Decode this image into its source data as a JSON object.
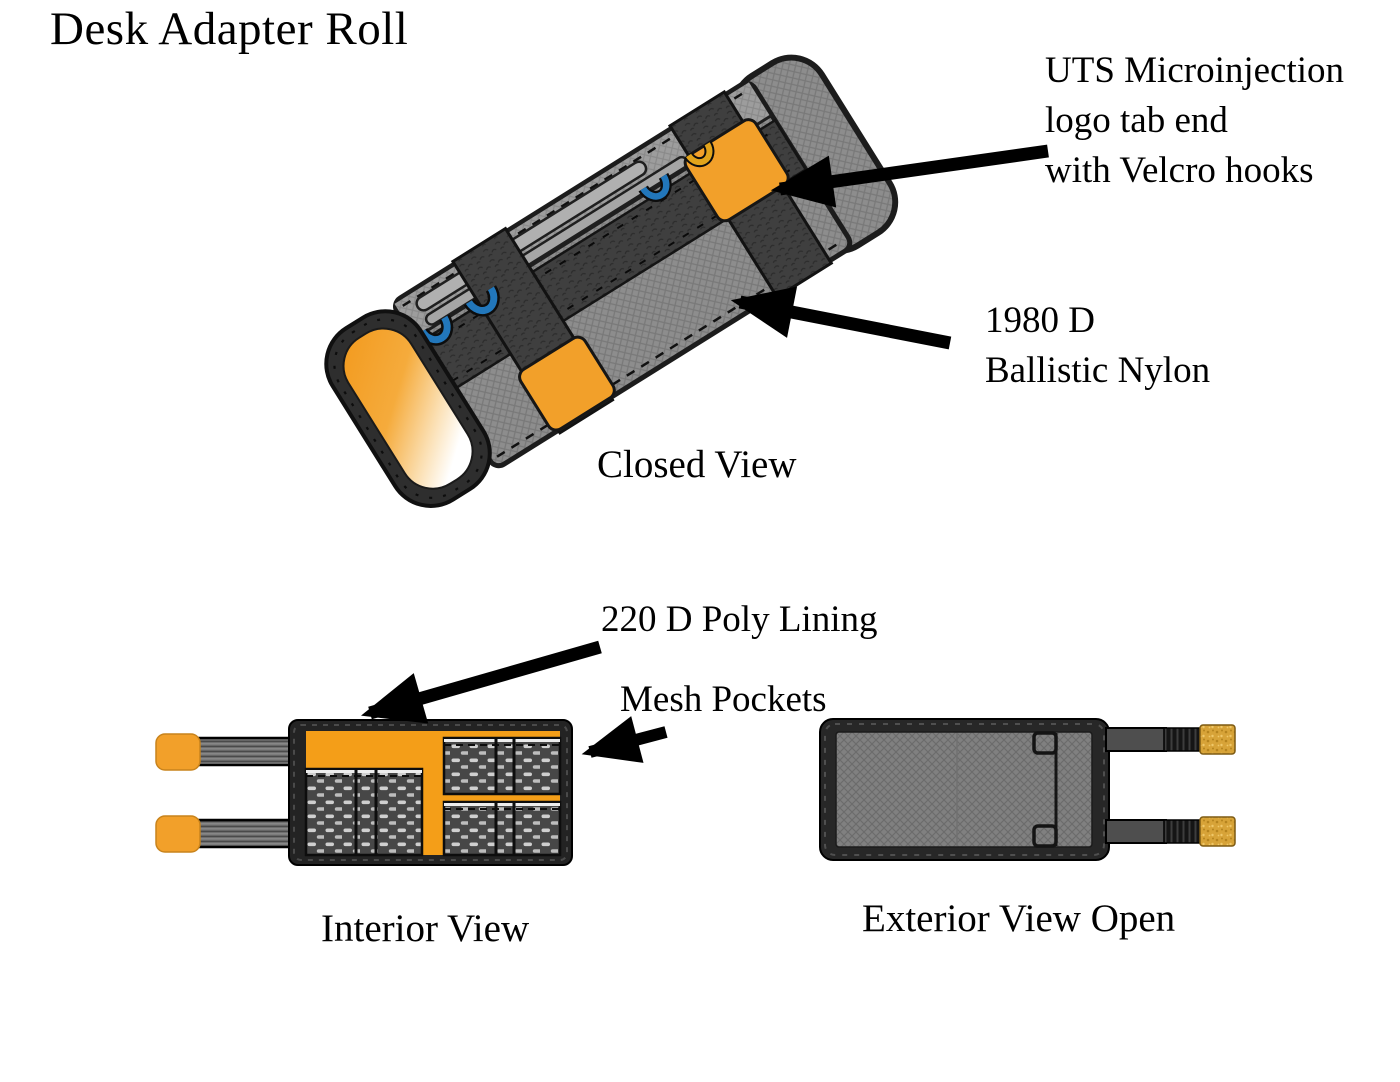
{
  "title": "Desk Adapter Roll",
  "views": {
    "closed": {
      "label": "Closed View"
    },
    "interior": {
      "label": "Interior View"
    },
    "exterior": {
      "label": "Exterior View Open"
    }
  },
  "annotations": {
    "logo_tab": {
      "line1": "UTS Microinjection",
      "line2": "logo tab end",
      "line3": "with Velcro hooks"
    },
    "ballistic_nylon": {
      "line1": "1980 D",
      "line2": "Ballistic Nylon"
    },
    "poly_lining": {
      "text": "220 D Poly Lining"
    },
    "mesh_pockets": {
      "text": "Mesh Pockets"
    }
  },
  "colors": {
    "accent_orange": "#f2a02a",
    "lining_orange": "#f49e18",
    "velcro_gold": "#d7a338",
    "fabric_gray": "#8d8d8d",
    "strap_dark": "#3f3f3f",
    "grommet_blue": "#2277bb",
    "grommet_yellow": "#e2a41b",
    "ink": "#000000"
  }
}
